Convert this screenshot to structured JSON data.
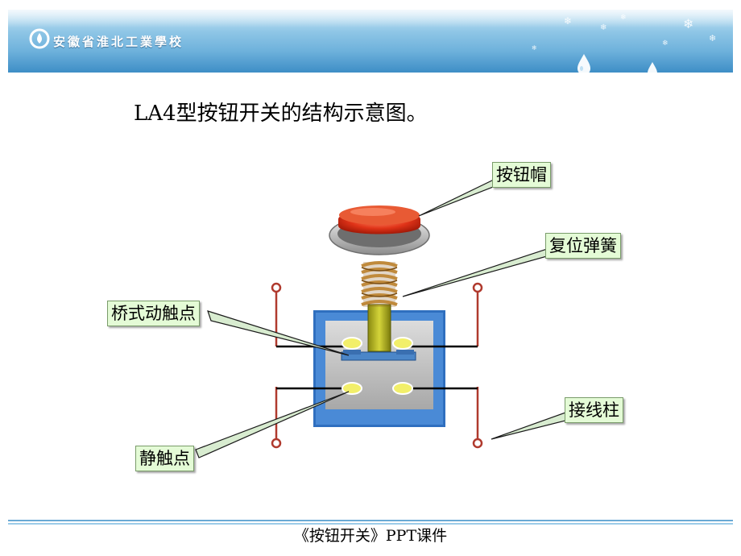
{
  "header": {
    "school_name": "安徽省淮北工業學校"
  },
  "slide": {
    "title": "LA4型按钮开关的结构示意图。"
  },
  "labels": {
    "button_cap": "按钮帽",
    "return_spring": "复位弹簧",
    "bridge_moving_contact": "桥式动触点",
    "terminal_post": "接线柱",
    "static_contact": "静触点"
  },
  "footer": {
    "caption": "《按钮开关》PPT课件"
  },
  "colors": {
    "banner": "#6fb2dc",
    "callout_fill": "#e4fbd6",
    "housing": "#3f7ec8",
    "cap": "#e03318",
    "spring": "#c08a3c",
    "terminal": "#b03a2e"
  }
}
